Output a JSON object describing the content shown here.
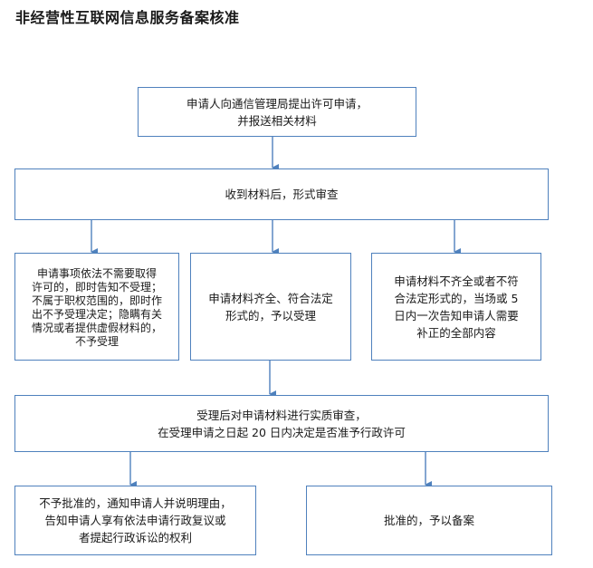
{
  "title": "非经营性互联网信息服务备案核准",
  "boxes": {
    "apply": [
      "申请人向通信管理局提出许可申请，",
      "并报送相关材料"
    ],
    "review": [
      "收到材料后，形式审查"
    ],
    "reject_initial": [
      "申请事项依法不需要取得",
      "许可的，即时告知不受理；",
      "不属于职权范围的，即时作",
      "出不予受理决定；隐瞒有关",
      "情况或者提供虚假材料的，",
      "不予受理"
    ],
    "accept": [
      "申请材料齐全、符合法定",
      "形式的，予以受理"
    ],
    "incomplete": [
      "申请材料不齐全或者不符",
      "合法定形式的，当场或 5",
      "日内一次告知申请人需要",
      "补正的全部内容"
    ],
    "substantive": [
      "受理后对申请材料进行实质审查，",
      "在受理申请之日起 20 日内决定是否准予行政许可"
    ],
    "deny": [
      "不予批准的，通知申请人并说明理由，",
      "告知申请人享有依法申请行政复议或",
      "者提起行政诉讼的权利"
    ],
    "approve": [
      "批准的，予以备案"
    ]
  },
  "colors": {
    "border": "#4f81bd",
    "arrow": "#4f81bd",
    "text": "#1a1a1a"
  }
}
